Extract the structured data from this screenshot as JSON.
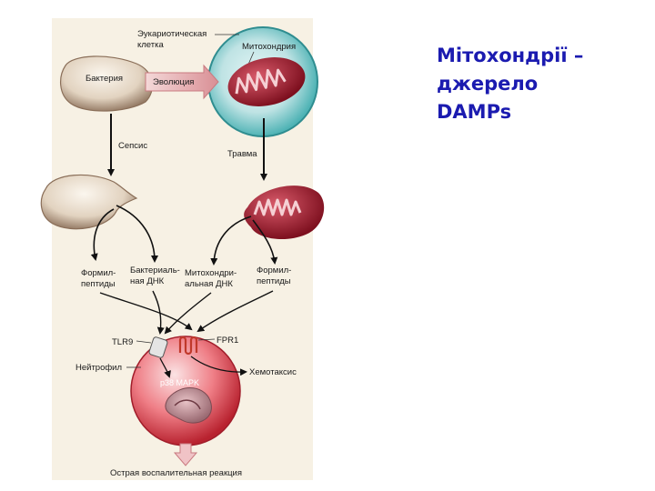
{
  "slide": {
    "title_lines": [
      "Мітохондрії –",
      "джерело",
      "DAMPs"
    ],
    "title_color": "#1b1bb0"
  },
  "diagram": {
    "labels": {
      "eukaryotic_line1": "Эукариотическая",
      "eukaryotic_line2": "клетка",
      "mitochondrion": "Митохондрия",
      "bacterium": "Бактерия",
      "evolution": "Эволюция",
      "sepsis": "Сепсис",
      "trauma": "Травма",
      "formyl_left_1": "Формил-",
      "formyl_left_2": "пептиды",
      "bact_dna_1": "Бактериаль-",
      "bact_dna_2": "ная ДНК",
      "mito_dna_1": "Митохондри-",
      "mito_dna_2": "альная ДНК",
      "formyl_right_1": "Формил-",
      "formyl_right_2": "пептиды",
      "tlr9": "TLR9",
      "fpr1": "FPR1",
      "neutrophil": "Нейтрофил",
      "p38": "p38 MAPK",
      "chemotaxis": "Хемотаксис",
      "acute_reaction": "Острая воспалительная реакция"
    },
    "colors": {
      "panel": "#f7f1e4",
      "cell_teal": "#4fb3b5",
      "mito_red": "#a61a2c",
      "bacterium_tan": "#d9c8b2",
      "neutrophil": "#d93a4a",
      "evolution_arrow": "#e9b7b9"
    }
  }
}
